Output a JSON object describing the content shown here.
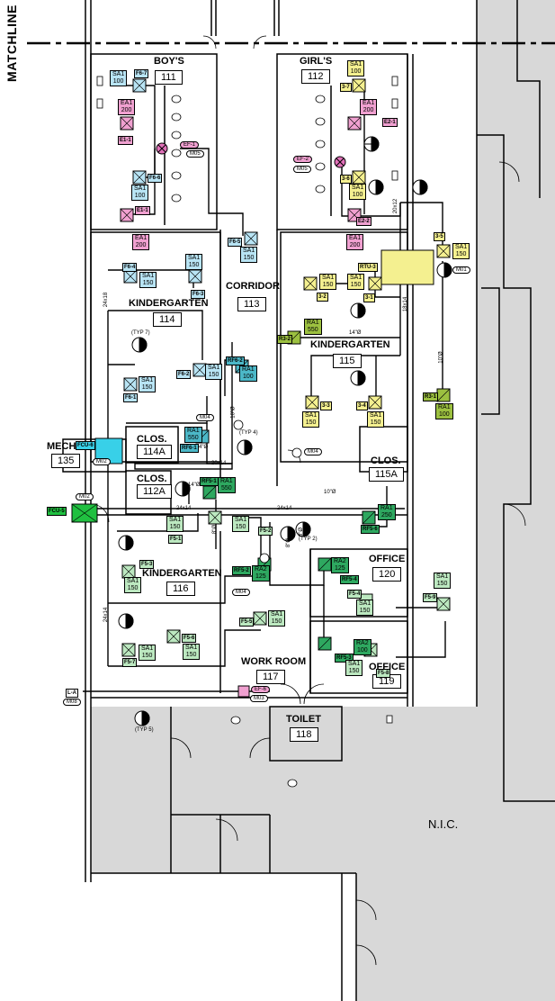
{
  "sheet": {
    "matchline": "MATCHLINE"
  },
  "colors": {
    "pink": "#f0a0d0",
    "pink_dark": "#e070b8",
    "light_blue": "#b8e4f4",
    "teal": "#4cb8c8",
    "yellow": "#f4f090",
    "olive": "#9cc040",
    "light_green": "#bce8c0",
    "dark_green": "#2ea860",
    "bright_green": "#20c040",
    "cyan": "#38d0e8",
    "nic_gray": "#d8d8d8"
  },
  "rooms": {
    "r111": {
      "name": "BOY'S",
      "number": "111"
    },
    "r112": {
      "name": "GIRL'S",
      "number": "112"
    },
    "r113": {
      "name": "CORRIDOR",
      "number": "113"
    },
    "r114": {
      "name": "KINDERGARTEN",
      "number": "114"
    },
    "r115": {
      "name": "KINDERGARTEN",
      "number": "115"
    },
    "r114a": {
      "name": "CLOS.",
      "number": "114A"
    },
    "r112a": {
      "name": "CLOS.",
      "number": "112A"
    },
    "r115a": {
      "name": "CLOS.",
      "number": "115A"
    },
    "r135": {
      "name": "MECH.",
      "number": "135"
    },
    "r116": {
      "name": "KINDERGARTEN",
      "number": "116"
    },
    "r117": {
      "name": "WORK ROOM",
      "number": "117"
    },
    "r118": {
      "name": "TOILET",
      "number": "118"
    },
    "r119": {
      "name": "OFFICE",
      "number": "119"
    },
    "r120": {
      "name": "OFFICE",
      "number": "120"
    },
    "nic": {
      "name": "N.I.C."
    }
  },
  "tags": {
    "f67": "F6-7",
    "e11a": "E1-1",
    "f66": "F6-6",
    "e11b": "E1-1",
    "f65": "F6-5",
    "f64": "F6-4",
    "f63": "F6-3",
    "f62": "F6-2",
    "f61": "F6-1",
    "rf62": "RF6-2",
    "rf61": "RF6-1",
    "fcu6": "FCU-6",
    "t37": "3-7",
    "e21a": "E2-1",
    "t36": "3-6",
    "e22": "E2-2",
    "t35": "3-5",
    "rtu3": "RTU-3",
    "t32": "3-2",
    "t31": "3-1",
    "r32": "R3-2",
    "t33": "3-3",
    "t34": "3-4",
    "r31": "R3-1",
    "fcu5": "FCU-5",
    "rf51": "RF5-1",
    "f51": "F5-1",
    "f52": "F5-2",
    "rf56": "RF5-6",
    "f53": "F5-3",
    "rf52": "RF5-2",
    "rf54": "RF5-4",
    "f54": "F5-4",
    "f59": "F5-9",
    "f55": "F5-5",
    "f56": "F5-6",
    "f57": "F5-7",
    "rf53": "RF5-3",
    "f58": "F5-8",
    "la": "L-A"
  },
  "flows": {
    "sa1_100_a": [
      "SA1",
      "100"
    ],
    "ea1_200_a": [
      "EA1",
      "200"
    ],
    "sa1_100_b": [
      "SA1",
      "100"
    ],
    "ea1_200_b": [
      "EA1",
      "200"
    ],
    "sa1_150_c": [
      "SA1",
      "150"
    ],
    "sa1_150_d": [
      "SA1",
      "150"
    ],
    "sa1_150_e": [
      "SA1",
      "150"
    ],
    "sa1_150_f": [
      "SA1",
      "150"
    ],
    "sa1_150_g": [
      "SA1",
      "150"
    ],
    "ra1_100_h": [
      "RA1",
      "100"
    ],
    "ra1_550_i": [
      "RA1",
      "550"
    ],
    "sa1_100_j": [
      "SA1",
      "100"
    ],
    "ea1_200_k": [
      "EA1",
      "200"
    ],
    "sa1_100_l": [
      "SA1",
      "100"
    ],
    "ea1_200_m": [
      "EA1",
      "200"
    ],
    "sa1_150_n": [
      "SA1",
      "150"
    ],
    "sa1_150_o": [
      "SA1",
      "150"
    ],
    "sa1_150_p": [
      "SA1",
      "150"
    ],
    "ra1_550_q": [
      "RA1",
      "550"
    ],
    "sa1_150_r": [
      "SA1",
      "150"
    ],
    "sa1_150_s": [
      "SA1",
      "150"
    ],
    "ra1_100_t": [
      "RA1",
      "100"
    ],
    "ra1_550_u": [
      "RA1",
      "550"
    ],
    "ra1_250_v": [
      "RA1",
      "250"
    ],
    "sa1_150_w": [
      "SA1",
      "150"
    ],
    "sa1_150_x": [
      "SA1",
      "150"
    ],
    "ra2_125_y": [
      "RA2",
      "125"
    ],
    "ra2_125_z": [
      "RA2",
      "125"
    ],
    "sa1_150_aa": [
      "SA1",
      "150"
    ],
    "sa1_150_ab": [
      "SA1",
      "150"
    ],
    "sa1_150_ac": [
      "SA1",
      "150"
    ],
    "sa1_150_ad": [
      "SA1",
      "150"
    ],
    "sa1_150_ae": [
      "SA1",
      "150"
    ],
    "sa1_150_af": [
      "SA1",
      "150"
    ],
    "ra2_100_ag": [
      "RA2",
      "100"
    ],
    "sa1_150_ah": [
      "SA1",
      "150"
    ]
  },
  "callouts": {
    "ef1": "EF-1",
    "m05a": "M05",
    "ef2": "EF-2",
    "m05b": "M05",
    "m01": "M01",
    "m04a": "M04",
    "m04b": "M04",
    "m02a": "M02",
    "m02b": "M02",
    "m04c": "M04",
    "m08": "M08",
    "ef6": "EF-6",
    "m03": "M03"
  },
  "dims": {
    "d24x18": "24x18",
    "d20x12": "20x12",
    "d18x14": "18x14",
    "d14a": "14\"Ø",
    "d10a": "10\"Ø",
    "d10b": "10\"Ø",
    "d4": "4\"Ø",
    "d20x14": "20x14",
    "d14b": "14\"Ø",
    "d24x14a": "24x14",
    "d24x14b": "24x14",
    "d10c": "10\"Ø",
    "d8a": "8\"Ø",
    "d8b": "8\"Ø",
    "d8c": "8\"Ø",
    "d24x14c": "24x14"
  },
  "typ": {
    "typ7": "(TYP 7)",
    "typ4": "(TYP 4)",
    "typ2": "(TYP 2)",
    "typ5": "(TYP 5)"
  }
}
